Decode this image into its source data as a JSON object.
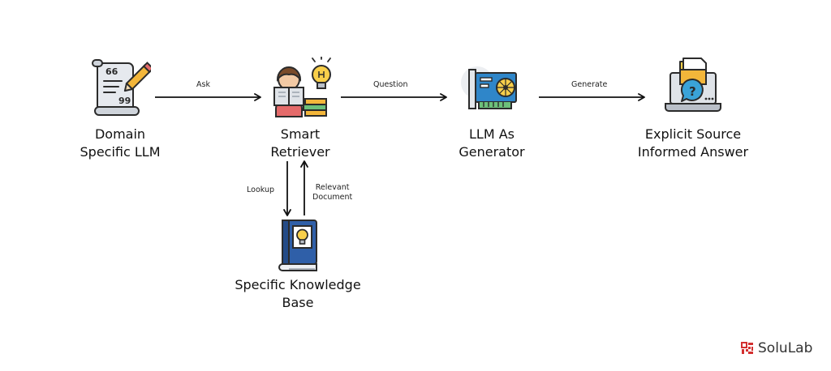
{
  "nodes": {
    "domain_llm": {
      "line1": "Domain",
      "line2": "Specific LLM"
    },
    "smart_retriever": {
      "line1": "Smart",
      "line2": "Retriever"
    },
    "llm_generator": {
      "line1": "LLM As",
      "line2": "Generator"
    },
    "explicit_answer": {
      "line1": "Explicit Source",
      "line2": "Informed Answer"
    },
    "knowledge_base": {
      "line1": "Specific Knowledge",
      "line2": "Base"
    }
  },
  "edges": {
    "ask": "Ask",
    "question": "Question",
    "generate": "Generate",
    "lookup": "Lookup",
    "relevant_line1": "Relevant",
    "relevant_line2": "Document"
  },
  "brand": {
    "name": "SoluLab",
    "color": "#d32f2f"
  },
  "icons": {
    "domain_llm": "quote-scroll-pencil-icon",
    "smart_retriever": "person-reading-lightbulb-icon",
    "llm_generator": "gpu-card-icon",
    "explicit_answer": "laptop-folder-question-icon",
    "knowledge_base": "book-lightbulb-icon"
  }
}
